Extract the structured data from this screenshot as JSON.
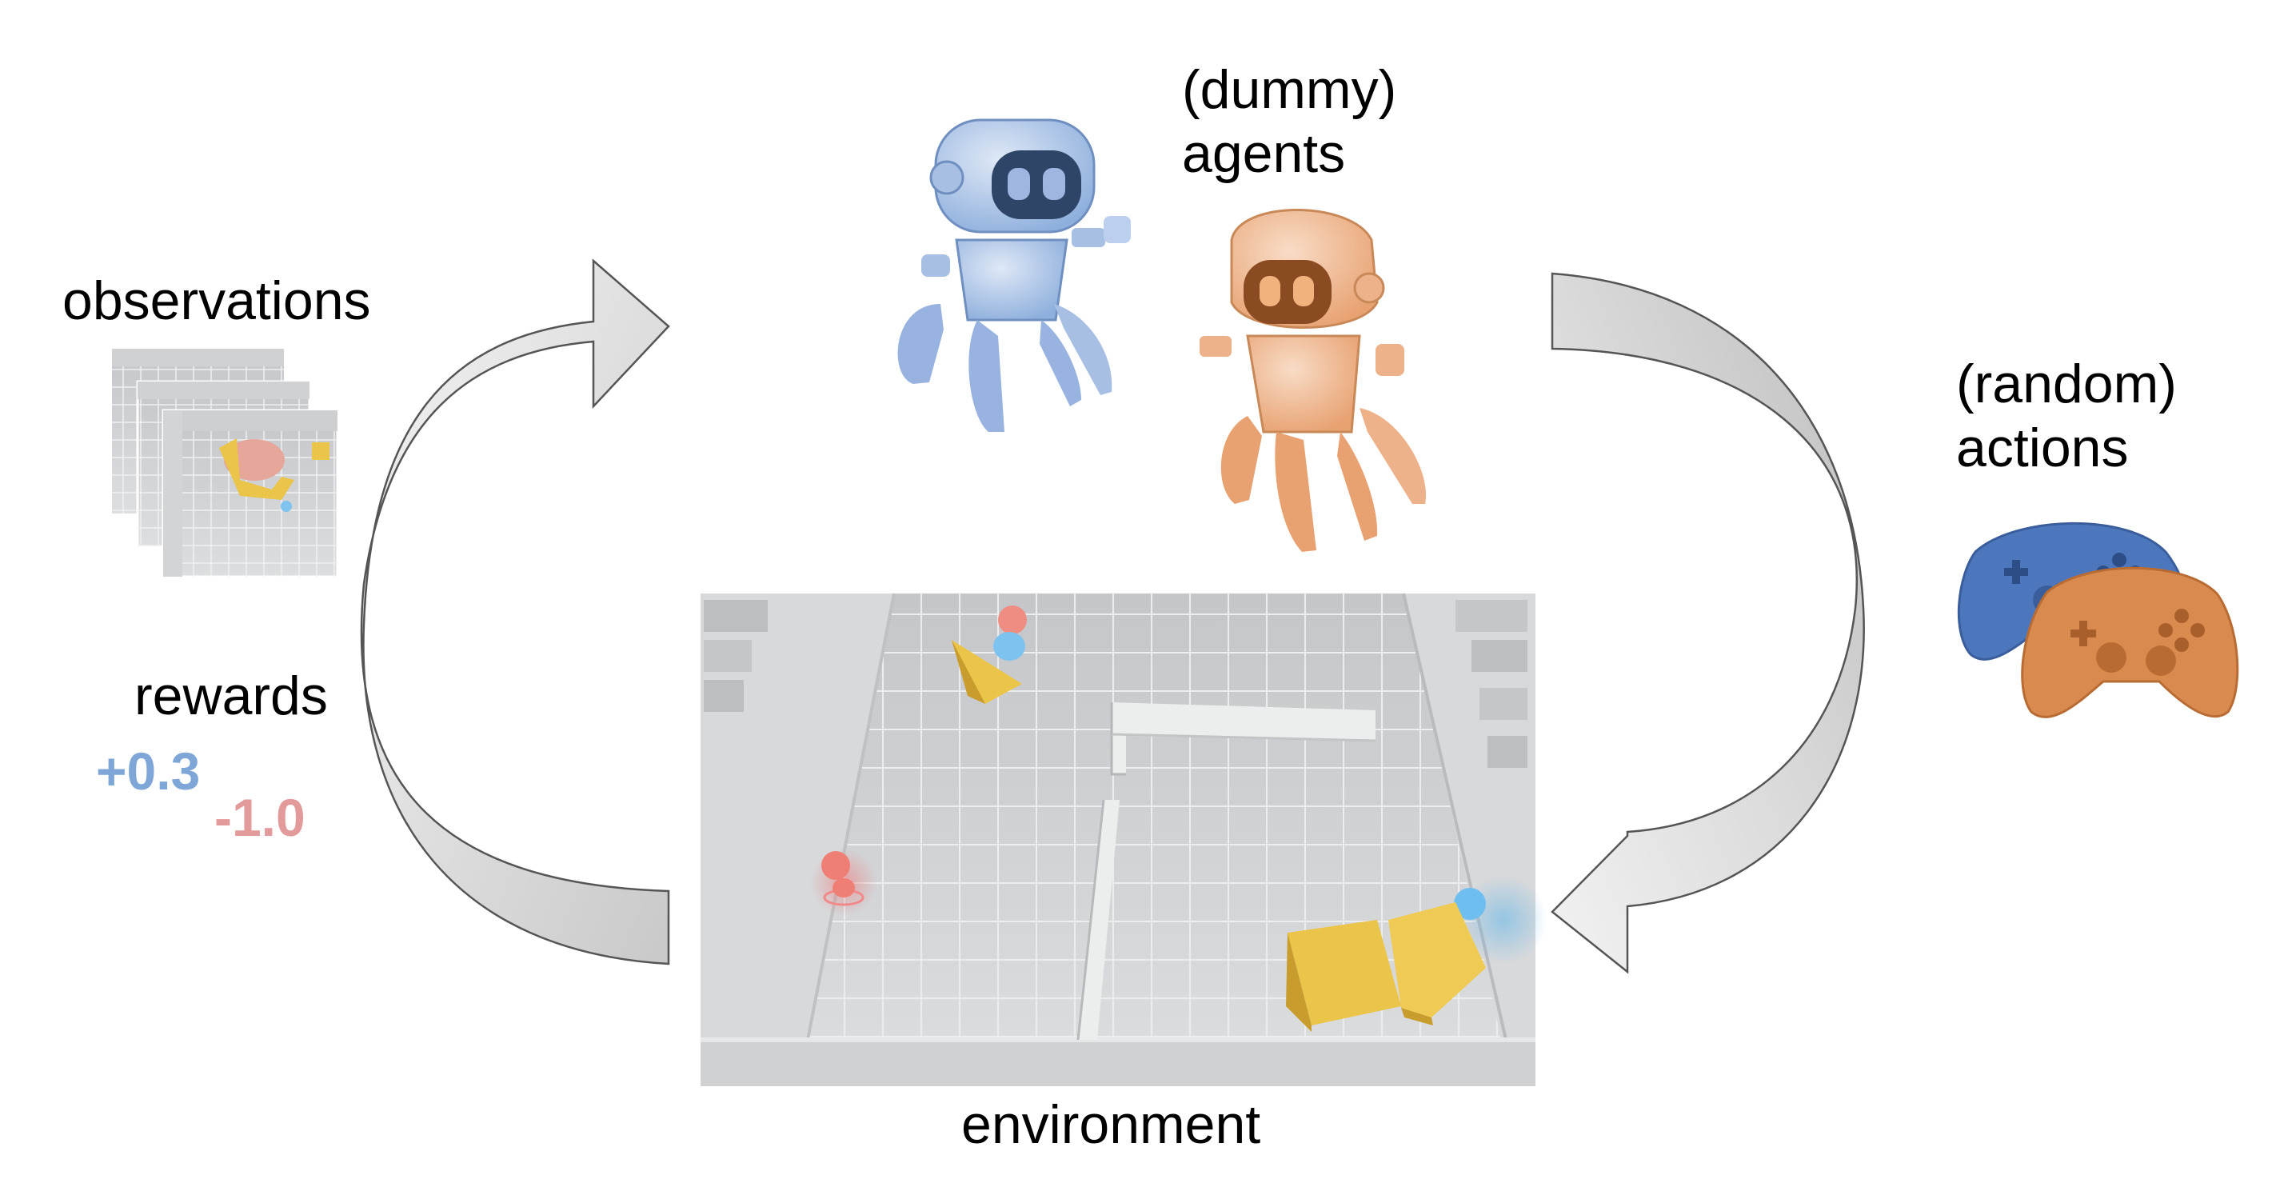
{
  "labels": {
    "agents_line1": "(dummy)",
    "agents_line2": "agents",
    "actions_line1": "(random)",
    "actions_line2": "actions",
    "observations": "observations",
    "rewards": "rewards",
    "environment": "environment"
  },
  "rewards": [
    {
      "value": "+0.3",
      "color": "#7ea7d8"
    },
    {
      "value": "-1.0",
      "color": "#e39a9a"
    }
  ],
  "colors": {
    "blue_agent": "#8fb0dd",
    "orange_agent": "#e8a272",
    "blue_controller": "#4d77bd",
    "orange_controller": "#d98a4e",
    "arrow_fill": "#e8e8e8",
    "arrow_stroke": "#555555",
    "box_yellow": "#ebc44a"
  }
}
